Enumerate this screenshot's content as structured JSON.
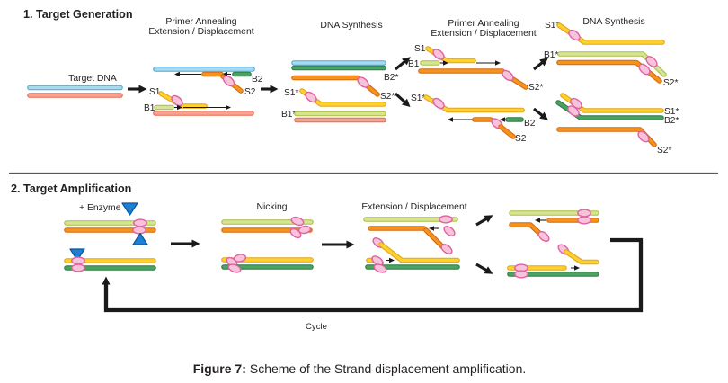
{
  "section1": {
    "title": "1. Target Generation",
    "target_dna_label": "Target DNA",
    "steps": {
      "step1_title_line1": "Primer Annealing",
      "step1_title_line2": "Extension / Displacement",
      "step2_title": "DNA Synthesis",
      "step3_title_line1": "Primer Annealing",
      "step3_title_line2": "Extension / Displacement",
      "step4_title": "DNA Synthesis"
    },
    "labels": {
      "s1": "S1",
      "b1": "B1",
      "s2": "S2",
      "b2": "B2",
      "s1_star": "S1*",
      "b1_star": "B1*",
      "s2_star": "S2*",
      "b2_star": "B2*"
    }
  },
  "section2": {
    "title": "2. Target Amplification",
    "enzyme_label": "+ Enzyme",
    "nicking_title": "Nicking",
    "extension_title": "Extension / Displacement",
    "cycle_label": "Cycle"
  },
  "caption": {
    "label": "Figure 7:",
    "text": "Scheme of the Strand displacement amplification."
  },
  "colors": {
    "strand_blue": "#A6DBF2",
    "strand_blue_border": "#4FA6D3",
    "strand_salmon": "#F7A392",
    "strand_salmon_border": "#E9664F",
    "strand_orange": "#F6921E",
    "strand_orange_border": "#D26A11",
    "strand_yellow": "#FFD12E",
    "strand_yellow_border": "#E0A51B",
    "strand_lightgreen": "#D7E395",
    "strand_lightgreen_border": "#A9BF40",
    "strand_green": "#4AA263",
    "strand_green_border": "#2F7C47",
    "enzyme_pink": "#F7C3DA",
    "enzyme_pink_border": "#E0619F",
    "triangle_blue": "#1F7FD0",
    "triangle_blue_border": "#0A569E",
    "arrow_black": "#1A1A1A",
    "text": "#231F20"
  }
}
